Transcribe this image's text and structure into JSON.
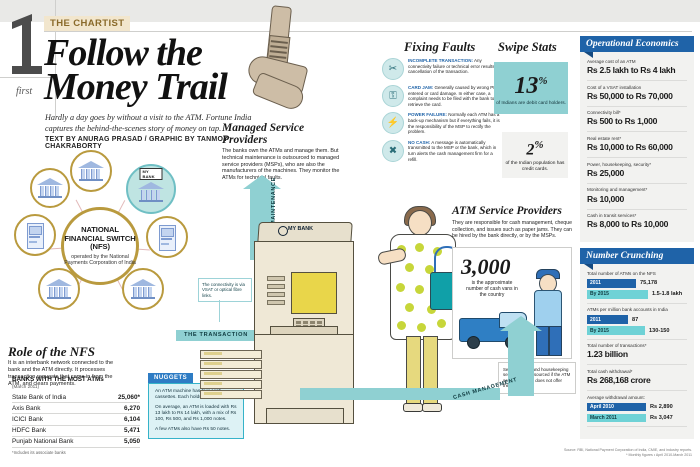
{
  "header": {
    "issue_number": "1",
    "first_label": "first",
    "kicker": "THE CHARTIST",
    "title_line1": "Follow the",
    "title_line2": "Money Trail",
    "deck": "Hardly a day goes by without a visit to the ATM. Fortune India captures the behind-the-scenes story of money on tap.",
    "byline": "TEXT BY ANURAG PRASAD  /  GRAPHIC BY TANMOY CHAKRABORTY"
  },
  "nfs": {
    "core_title": "NATIONAL FINANCIAL SWITCH (NFS)",
    "core_sub": "operated by the National Payments Corporation of India",
    "mybank_tag": "MY BANK",
    "role_heading": "Role of the NFS",
    "role_body": "It is an interbank network connected to the bank and the ATM directly. It processes transaction requests that come in from the ATM, and clears payments."
  },
  "banks_table": {
    "title": "BANKS WITH THE MOST ATMs",
    "subtitle": "(March 2011)",
    "rows": [
      {
        "bank": "State Bank of India",
        "atms": "25,060*"
      },
      {
        "bank": "Axis Bank",
        "atms": "6,270"
      },
      {
        "bank": "ICICI Bank",
        "atms": "6,104"
      },
      {
        "bank": "HDFC Bank",
        "atms": "5,471"
      },
      {
        "bank": "Punjab National Bank",
        "atms": "5,050"
      }
    ],
    "footnote": "*Includes its associate banks"
  },
  "nuggets": {
    "tab": "NUGGETS",
    "items": [
      "An ATM machine has four cash cassettes. Each holds 1,200 notes.",
      "On average, an ATM is loaded with Rs 13 lakh to Rs 14 lakh, with a mix of Rs 100, Rs 500, and Rs 1,000 notes.",
      "A few ATMs also have Rs 50 notes."
    ]
  },
  "managed_service_providers": {
    "heading": "Managed Service Providers",
    "body": "The banks own the ATMs and manage them. But technical maintenance is outsourced to managed service providers (MSPs), who are also the manufacturers of the machines. They monitor the ATMs for technical faults."
  },
  "flow_labels": {
    "maintenance": "MAINTENANCE",
    "transaction": "THE TRANSACTION",
    "cash_management": "CASH MANAGEMENT",
    "connectivity_note": "The connectivity is via VSAT or optical fibre links."
  },
  "atm": {
    "brand": "MY BANK"
  },
  "fixing_faults": {
    "heading": "Fixing Faults",
    "items": [
      {
        "icon": "broken-connection-icon",
        "glyph": "✂",
        "term": "INCOMPLETE TRANSACTION:",
        "text": " Any connectivity failure or technical error results in cancellation of the transaction."
      },
      {
        "icon": "card-lock-icon",
        "glyph": "⚿",
        "term": "CARD JAM:",
        "text": " Generally caused by wrong PIN entered or card damage. In either case, a complaint needs to be filed with the bank to retrieve the card."
      },
      {
        "icon": "power-plug-icon",
        "glyph": "⚡",
        "term": "POWER FAILURE:",
        "text": " Normally each ATM has a back-up mechanism but if everything fails, it is the responsibility of the MSP to rectify the problem."
      },
      {
        "icon": "empty-cash-icon",
        "glyph": "✖",
        "term": "NO CASH:",
        "text": " A message is automatically transmitted to the MSP or the bank, which in turn alerts the cash management firm for a refill."
      }
    ]
  },
  "swipe_stats": {
    "heading": "Swipe Stats",
    "stat1_value": "13",
    "stat1_unit": "%",
    "stat1_caption": "of Indians are debit card holders.",
    "stat2_value": "2",
    "stat2_unit": "%",
    "stat2_caption": "of the Indian population has credit cards."
  },
  "atm_service_providers": {
    "heading": "ATM Service Providers",
    "body": "They are responsible for cash management, cheque collection, and issues such as paper jams. They can be hired by the bank directly, or by the MSPs.",
    "van_number": "3,000",
    "van_caption": "is the approximate number of cash vans in the country",
    "security_note": "Security guard and housekeeping services are outsourced if the ATM service provider does not offer them."
  },
  "operational_economics": {
    "tab": "Operational Economics",
    "rows": [
      {
        "label": "Average cost of an ATM",
        "value": "Rs 2.5 lakh to Rs 4 lakh"
      },
      {
        "label": "Cost of a VSAT installation",
        "value": "Rs 50,000 to Rs 70,000"
      },
      {
        "label": "Connectivity bill*",
        "value": "Rs 500 to Rs 1,000"
      },
      {
        "label": "Real estate rent*",
        "value": "Rs 10,000 to Rs 60,000"
      },
      {
        "label": "Power, housekeeping, security*",
        "value": "Rs 25,000"
      },
      {
        "label": "Monitoring and management*",
        "value": "Rs 10,000"
      },
      {
        "label": "Cash in transit services*",
        "value": "Rs 8,000 to Rs 10,000"
      }
    ]
  },
  "number_crunching": {
    "tab": "Number Crunching",
    "group1_label": "Total number of ATMs on the NFS",
    "group1_bars": [
      {
        "period": "2011",
        "value": "75,178",
        "style": "dk",
        "width": 46
      },
      {
        "period": "By 2015",
        "value": "1.5-1.8 lakh",
        "style": "lt",
        "width": 58
      }
    ],
    "group2_label": "ATMs per million bank accounts in India",
    "group2_bars": [
      {
        "period": "2011",
        "value": "87",
        "style": "dk",
        "width": 38
      },
      {
        "period": "By 2015",
        "value": "130-150",
        "style": "lt",
        "width": 55
      }
    ],
    "rows": [
      {
        "label": "Total number of transactions*",
        "value": "1.23 billion"
      },
      {
        "label": "Total cash withdrawal*",
        "value": "Rs 268,168 crore"
      }
    ],
    "group3_label": "Average withdrawal amount:",
    "group3_bars": [
      {
        "period": "April 2010",
        "value": "Rs 2,890",
        "style": "dk",
        "width": 56
      },
      {
        "period": "March 2011",
        "value": "Rs 3,047",
        "style": "lt",
        "width": 56
      }
    ]
  },
  "source": {
    "line1": "Source: RBI, National Payment Corporation of India, CMIE, and industry reports.",
    "line2": "* Monthly figures • April 2010-March 2011"
  },
  "colors": {
    "accent_blue": "#1f63a8",
    "teal": "#8fd0d2",
    "gold": "#b99a3e",
    "yellow": "#e9d64a"
  }
}
